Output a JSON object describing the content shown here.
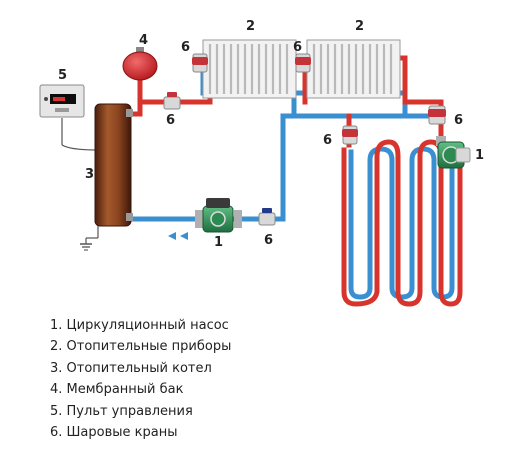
{
  "callouts": {
    "pump_main": "1",
    "pump_floor": "1",
    "radiator_left": "2",
    "radiator_right": "2",
    "boiler": "3",
    "tank": "4",
    "control_panel": "5",
    "valve_radiator_left": "6",
    "valve_radiator_mid": "6",
    "valve_tank": "6",
    "valve_return": "6",
    "valve_floor_left": "6",
    "valve_floor_right": "6"
  },
  "legend": [
    "1. Циркуляционный насос",
    "2. Отопительные приборы",
    "3. Отопительный котел",
    "4. Мембранный бак",
    "5. Пульт управления",
    "6. Шаровые краны"
  ],
  "colors": {
    "supply": "#d8342e",
    "return": "#3a8fd1",
    "boiler": "#7a3a1d",
    "pump": "#2f8f58",
    "valve": "#c4323a"
  }
}
